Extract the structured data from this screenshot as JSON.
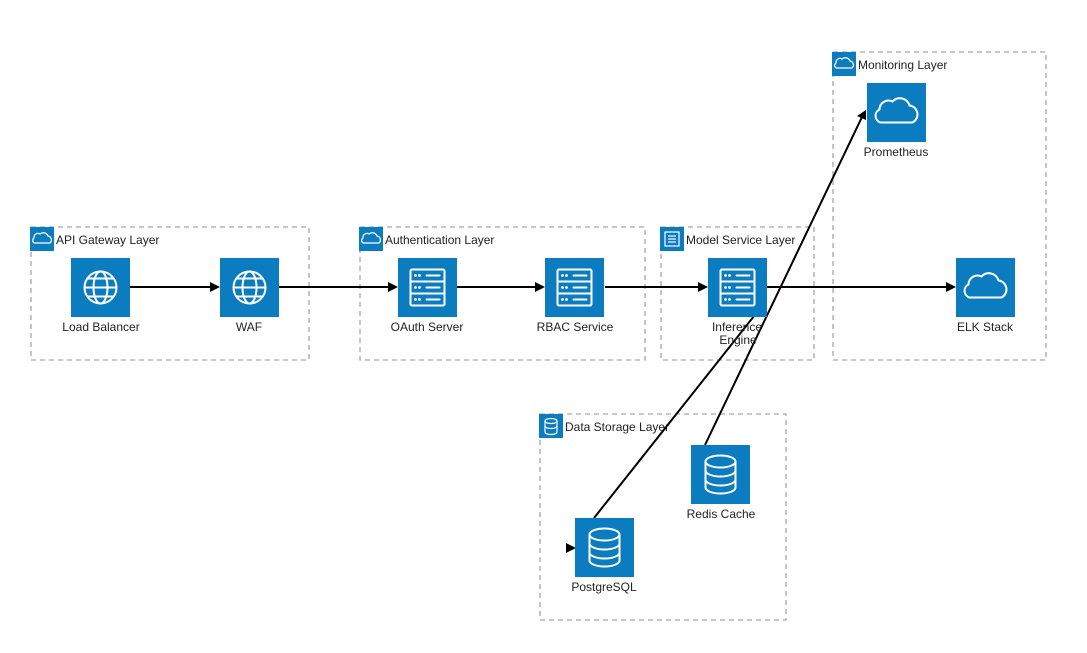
{
  "colors": {
    "accent": "#0c7cc0",
    "group_border": "#a6a6a6",
    "edge": "#000000",
    "text": "#222222"
  },
  "groups": {
    "api_gateway": {
      "label": "API Gateway Layer",
      "icon": "cloud-icon"
    },
    "authentication": {
      "label": "Authentication Layer",
      "icon": "cloud-icon"
    },
    "model_service": {
      "label": "Model Service Layer",
      "icon": "document-icon"
    },
    "monitoring": {
      "label": "Monitoring Layer",
      "icon": "cloud-icon"
    },
    "data_storage": {
      "label": "Data Storage Layer",
      "icon": "database-icon"
    }
  },
  "nodes": {
    "load_balancer": {
      "label": "Load Balancer",
      "icon": "globe-icon"
    },
    "waf": {
      "label": "WAF",
      "icon": "globe-icon"
    },
    "oauth_server": {
      "label": "OAuth Server",
      "icon": "server-icon"
    },
    "rbac_service": {
      "label": "RBAC Service",
      "icon": "server-icon"
    },
    "inference_engine": {
      "label_line1": "Inference",
      "label_line2": "Engine",
      "icon": "server-icon"
    },
    "prometheus": {
      "label": "Prometheus",
      "icon": "cloud-icon"
    },
    "elk_stack": {
      "label": "ELK Stack",
      "icon": "cloud-icon"
    },
    "redis_cache": {
      "label": "Redis Cache",
      "icon": "database-icon"
    },
    "postgresql": {
      "label": "PostgreSQL",
      "icon": "database-icon"
    }
  },
  "edges": [
    {
      "from": "Load Balancer",
      "to": "WAF"
    },
    {
      "from": "WAF",
      "to": "OAuth Server"
    },
    {
      "from": "OAuth Server",
      "to": "RBAC Service"
    },
    {
      "from": "RBAC Service",
      "to": "Inference Engine"
    },
    {
      "from": "Inference Engine",
      "to": "ELK Stack"
    },
    {
      "from": "Redis Cache",
      "to": "Prometheus"
    },
    {
      "from": "Inference Engine",
      "to": "PostgreSQL"
    }
  ]
}
